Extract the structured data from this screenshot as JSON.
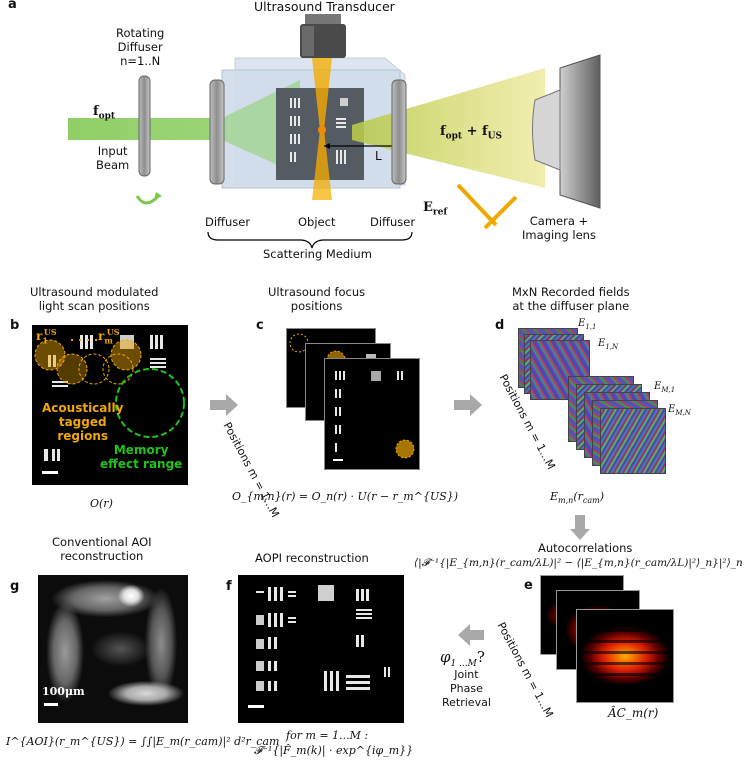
{
  "panel_a": {
    "letter": "a",
    "transducer_label": "Ultrasound Transducer",
    "rotating_diffuser_label": "Rotating\nDiffuser\nn=1..N",
    "f_opt_label": "f",
    "f_opt_sub": "opt",
    "input_beam_label": "Input\nBeam",
    "diffuser_left_label": "Diffuser",
    "object_label": "Object",
    "diffuser_right_label": "Diffuser",
    "scattering_label": "Scattering Medium",
    "L_label": "L",
    "f_sum_label": "f",
    "f_sum_sub1": "opt",
    "f_sum_plus": " + f",
    "f_sum_sub2": "US",
    "e_ref_label": "E",
    "e_ref_sub": "ref",
    "camera_label": "Camera +\nImaging lens"
  },
  "panel_b": {
    "letter": "b",
    "title": "Ultrasound modulated\nlight scan positions",
    "r1": "r",
    "r1_sub": "1",
    "r1_sup": "US",
    "dots": ". . . .",
    "rm": "r",
    "rm_sub": "m",
    "rm_sup": "US",
    "tagged_label": "Acoustically\ntagged\nregions",
    "memory_label": "Memory\neffect range",
    "caption": "O(r)"
  },
  "panel_c": {
    "letter": "c",
    "title": "Ultrasound focus\npositions",
    "positions_label": "Positions m = 1...M",
    "caption": "O_{m,n}(r) = O_n(r) · U(r − r_m^{US})"
  },
  "panel_d": {
    "letter": "d",
    "title": "MxN Recorded fields\nat the diffuser plane",
    "e11": "E",
    "e11_sub": "1,1",
    "e1n": "E",
    "e1n_sub": "1,N",
    "em1": "E",
    "em1_sub": "M,1",
    "emn": "E",
    "emn_sub": "M,N",
    "positions_label": "Positions m = 1...M",
    "caption": "E",
    "caption_sub": "m,n",
    "caption_arg": "(r",
    "caption_arg_sub": "cam",
    "caption_end": ")"
  },
  "panel_e": {
    "letter": "e",
    "title": "Autocorrelations",
    "formula": "⟨|𝓕⁻¹{|E_{m,n}(r_cam/λL)|² − ⟨|E_{m,n}(r_cam/λL)|²⟩_n}|²⟩_n",
    "positions_label": "Positions m = 1...M",
    "caption": "ÂC_m(r)"
  },
  "panel_f": {
    "letter": "f",
    "title": "AOPI reconstruction",
    "caption_line1": "for m = 1...M :",
    "caption_line2": "𝓕⁻¹{|F̂_m(k)| · exp^{iφ_m}}"
  },
  "panel_g": {
    "letter": "g",
    "title": "Conventional AOI\nreconstruction",
    "scale_label": "100μm",
    "caption": "I^{AOI}(r_m^{US}) = ∫∫|E_m(r_cam)|² d²r_cam"
  },
  "phase_retrieval": {
    "phi_label": "φ",
    "phi_sub": "1 ...M",
    "phi_q": "?",
    "text": "Joint\nPhase\nRetrieval"
  },
  "colors": {
    "beam_green": "#7cc64a",
    "us_orange": "#f0a800",
    "arrow_grey": "#a9a9a9",
    "memory_green": "#21c21c"
  }
}
